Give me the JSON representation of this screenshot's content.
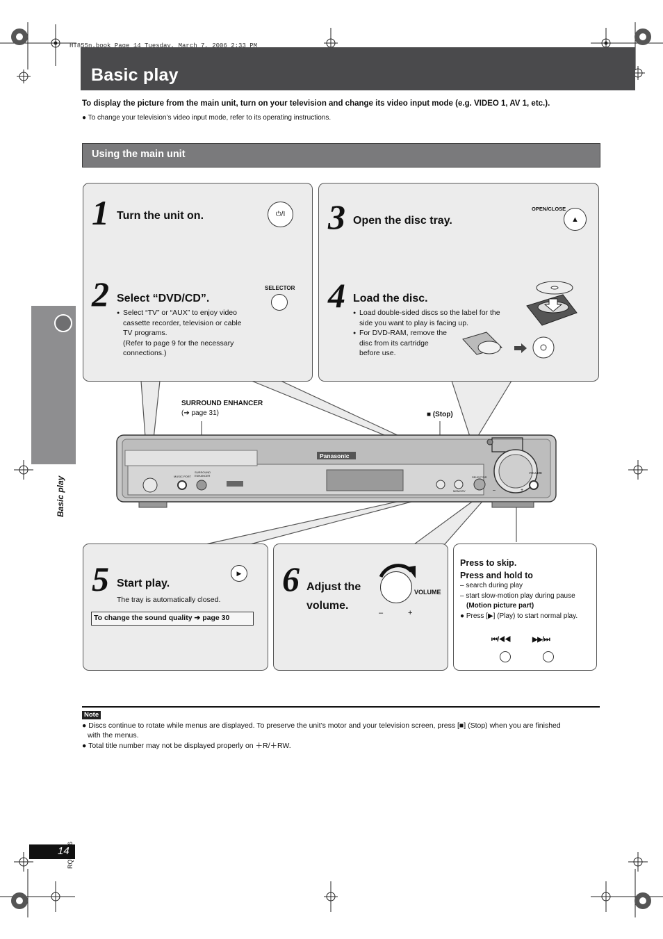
{
  "header": {
    "print_info": "HT855n.book  Page 14  Tuesday, March 7, 2006  2:33 PM",
    "title": "Basic play"
  },
  "intro": {
    "main": "To display the picture from the main unit, turn on your television and change its video input mode (e.g. VIDEO 1, AV 1, etc.).",
    "bullet": "To change your television’s video input mode, refer to its operating instructions."
  },
  "section": {
    "title": "Using the main unit"
  },
  "side_tab": {
    "label": "Basic play"
  },
  "steps": {
    "step1": {
      "number": "1",
      "title": "Turn the unit on.",
      "button_glyph": "⏻/I"
    },
    "step2": {
      "number": "2",
      "title": "Select “DVD/CD”.",
      "button_label": "SELECTOR",
      "bullet_lines": [
        "Select “TV” or “AUX” to enjoy video",
        "cassette recorder, television or cable",
        "TV programs."
      ],
      "note_lines": [
        "(Refer to page 9 for the necessary",
        "connections.)"
      ]
    },
    "step3": {
      "number": "3",
      "title": "Open the disc tray.",
      "button_label": "OPEN/CLOSE",
      "button_glyph": "▲"
    },
    "step4": {
      "number": "4",
      "title": "Load the disc.",
      "bullet1_lines": [
        "Load double-sided discs so the label for the",
        "side you want to play is facing up."
      ],
      "bullet2_lines": [
        "For DVD-RAM, remove the",
        "disc from its cartridge",
        "before use."
      ]
    },
    "step5": {
      "number": "5",
      "title": "Start play.",
      "button_glyph": "▶",
      "sub": "The tray is automatically closed.",
      "boxed": "To change the sound quality ➔ page 30"
    },
    "step6": {
      "number": "6",
      "title_lines": [
        "Adjust the",
        "volume."
      ],
      "knob_label": "VOLUME",
      "minus": "–",
      "plus": "+"
    },
    "skip": {
      "title_lines": [
        "Press to skip.",
        "Press and hold to"
      ],
      "dash1": "– search during play",
      "dash2": "– start slow-motion play during pause",
      "bold_note": "(Motion picture part)",
      "bullet": "Press [▶] (Play) to start normal play.",
      "prev_label": "⏮/◀◀",
      "next_label": "▶▶/⏭"
    }
  },
  "callouts": {
    "surround_title": "SURROUND ENHANCER",
    "surround_ref": "(➔ page 31)",
    "stop": "■ (Stop)"
  },
  "device": {
    "brand": "Panasonic",
    "labels": {
      "music_port": "MUSIC PORT",
      "surround": "SURROUND ENHANCER",
      "selector": "SELECTOR",
      "volume": "VOLUME",
      "memory": "MEMORY",
      "minus": "–",
      "plus": "+"
    }
  },
  "note": {
    "tag": "Note",
    "item1_lines": [
      "Discs continue to rotate while menus are displayed. To preserve the unit’s motor and your television screen, press [■] (Stop) when you are finished",
      "with the menus."
    ],
    "item2": "Total title number may not be displayed properly on ＋R/＋RW."
  },
  "footer": {
    "page_number": "14",
    "doc_code": "RQT8606"
  },
  "colors": {
    "title_bar": "#4a4a4c",
    "section_bar": "#7a7a7c",
    "panel": "#ececec",
    "side_tab": "#8e8e90"
  }
}
